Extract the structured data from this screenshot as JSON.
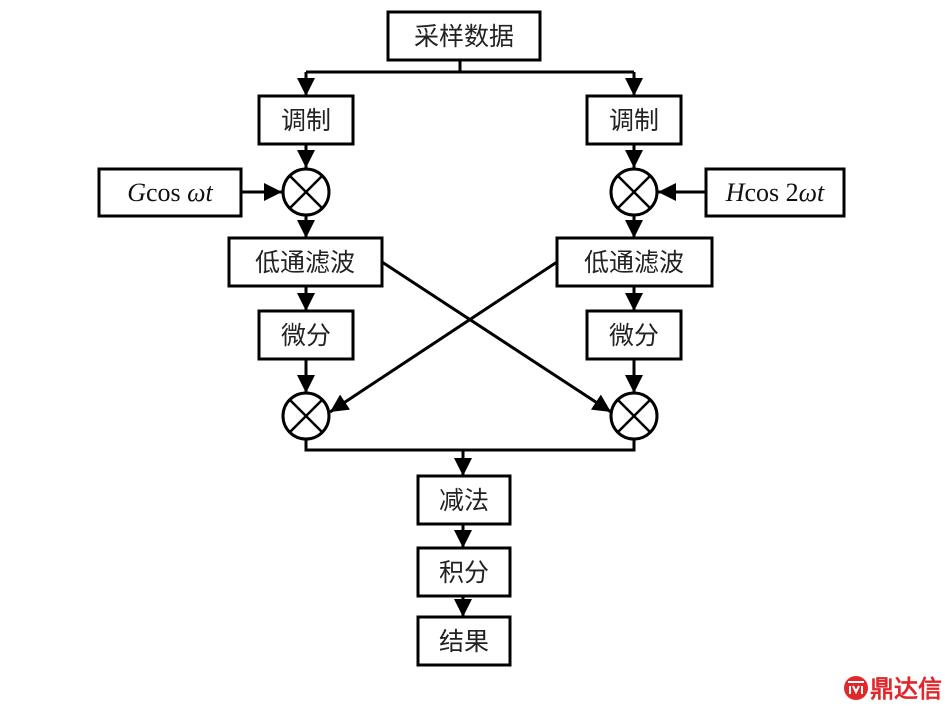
{
  "diagram": {
    "nodes": {
      "sampling": "采样数据",
      "modulate_left": "调制",
      "modulate_right": "调制",
      "ref_left": {
        "coef": "G",
        "fn": "cos ",
        "arg": "ωt"
      },
      "ref_right": {
        "coef": "H",
        "fn": "cos 2",
        "arg": "ωt"
      },
      "lpf_left": "低通滤波",
      "lpf_right": "低通滤波",
      "diff_left": "微分",
      "diff_right": "微分",
      "subtract": "减法",
      "integrate": "积分",
      "result": "结果"
    },
    "edges": [
      [
        "sampling",
        "modulate_left"
      ],
      [
        "sampling",
        "modulate_right"
      ],
      [
        "modulate_left",
        "mult_top_left"
      ],
      [
        "ref_left",
        "mult_top_left"
      ],
      [
        "mult_top_left",
        "lpf_left"
      ],
      [
        "modulate_right",
        "mult_top_right"
      ],
      [
        "ref_right",
        "mult_top_right"
      ],
      [
        "mult_top_right",
        "lpf_right"
      ],
      [
        "lpf_left",
        "diff_left"
      ],
      [
        "lpf_right",
        "diff_right"
      ],
      [
        "diff_left",
        "mult_bottom_left"
      ],
      [
        "diff_right",
        "mult_bottom_right"
      ],
      [
        "lpf_right",
        "mult_bottom_left"
      ],
      [
        "lpf_left",
        "mult_bottom_right"
      ],
      [
        "mult_bottom_left",
        "subtract"
      ],
      [
        "mult_bottom_right",
        "subtract"
      ],
      [
        "subtract",
        "integrate"
      ],
      [
        "integrate",
        "result"
      ]
    ]
  },
  "watermark": {
    "text": "鼎达信",
    "color": "#e0282c"
  }
}
